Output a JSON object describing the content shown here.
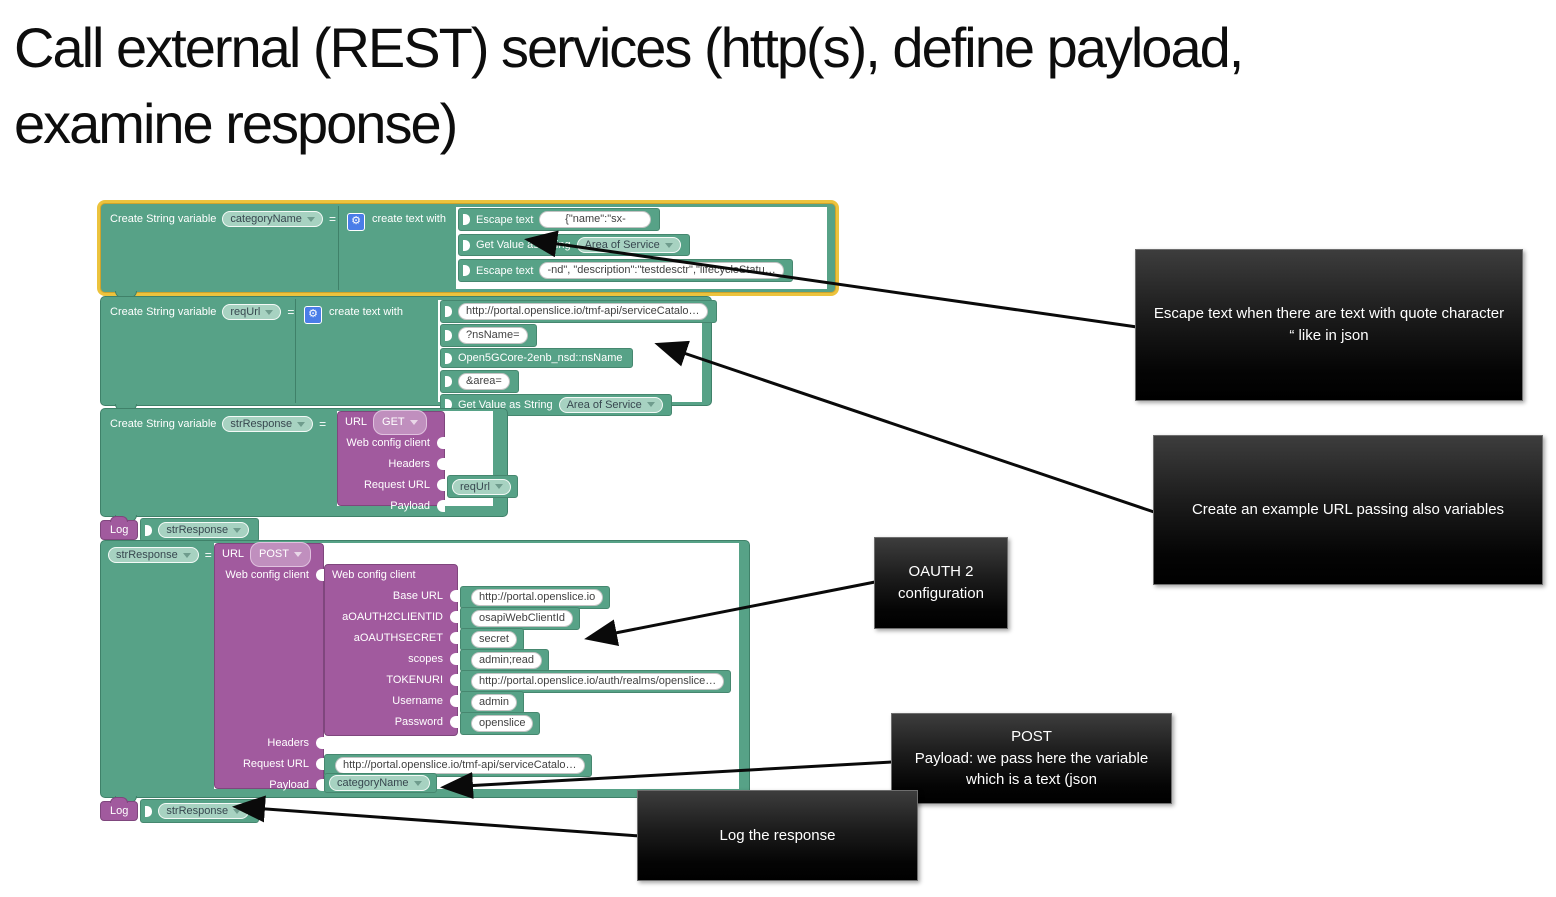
{
  "slide": {
    "title": "Call external (REST) services (http(s), define payload, examine response)"
  },
  "colors": {
    "block_teal": "#57a287",
    "block_purple": "#a15a9e",
    "selection_yellow": "#ecc33d",
    "variable_pill_green": "#a7d2c1",
    "gear_blue": "#4a7de8",
    "callout_bg": "#000000",
    "callout_text": "#ffffff"
  },
  "icons": {
    "gear": "⚙"
  },
  "labels": {
    "set_variable": "Create String variable",
    "create_text": "create text with",
    "equals": "=",
    "log": "Log",
    "url": "URL",
    "escape_text": "Escape text",
    "get_value": "Get Value as String",
    "web_config_client": "Web config client",
    "headers": "Headers",
    "request_url": "Request URL",
    "payload": "Payload"
  },
  "group1": {
    "variable": "categoryName",
    "row1_value": "{\"name\":\"sx-",
    "row2_value": "Area of Service",
    "row3_value": "-nd\", \"description\":\"testdesctr\",\"lifecycleStatu…"
  },
  "group2": {
    "variable": "reqUrl",
    "row1": "http://portal.openslice.io/tmf-api/serviceCatalo…",
    "row2": "?nsName=",
    "row3": "Open5GCore-2enb_nsd::nsName",
    "row4": "&area=",
    "row5_value": "Area of Service"
  },
  "group3": {
    "variable": "strResponse",
    "method": "GET",
    "request_url_value": "reqUrl"
  },
  "log1": {
    "value": "strResponse"
  },
  "group4": {
    "variable": "strResponse",
    "method": "POST",
    "config_title": "Web config client",
    "fields": [
      {
        "label": "Base URL",
        "value": "http://portal.openslice.io"
      },
      {
        "label": "aOAUTH2CLIENTID",
        "value": "osapiWebClientId"
      },
      {
        "label": "aOAUTHSECRET",
        "value": "secret"
      },
      {
        "label": "scopes",
        "value": "admin;read"
      },
      {
        "label": "TOKENURI",
        "value": "http://portal.openslice.io/auth/realms/openslice…"
      },
      {
        "label": "Username",
        "value": "admin"
      },
      {
        "label": "Password",
        "value": "openslice"
      }
    ],
    "request_url_value": "http://portal.openslice.io/tmf-api/serviceCatalo…",
    "payload_value": "categoryName"
  },
  "log2": {
    "value": "strResponse"
  },
  "callouts": {
    "escape": "Escape text when there are text with quote character “ like in json",
    "url": "Create an example URL passing also variables",
    "oauth": "OAUTH 2 configuration",
    "post_title": "POST",
    "post_body": "Payload: we pass here the variable which is a text (json",
    "log": "Log the response"
  }
}
